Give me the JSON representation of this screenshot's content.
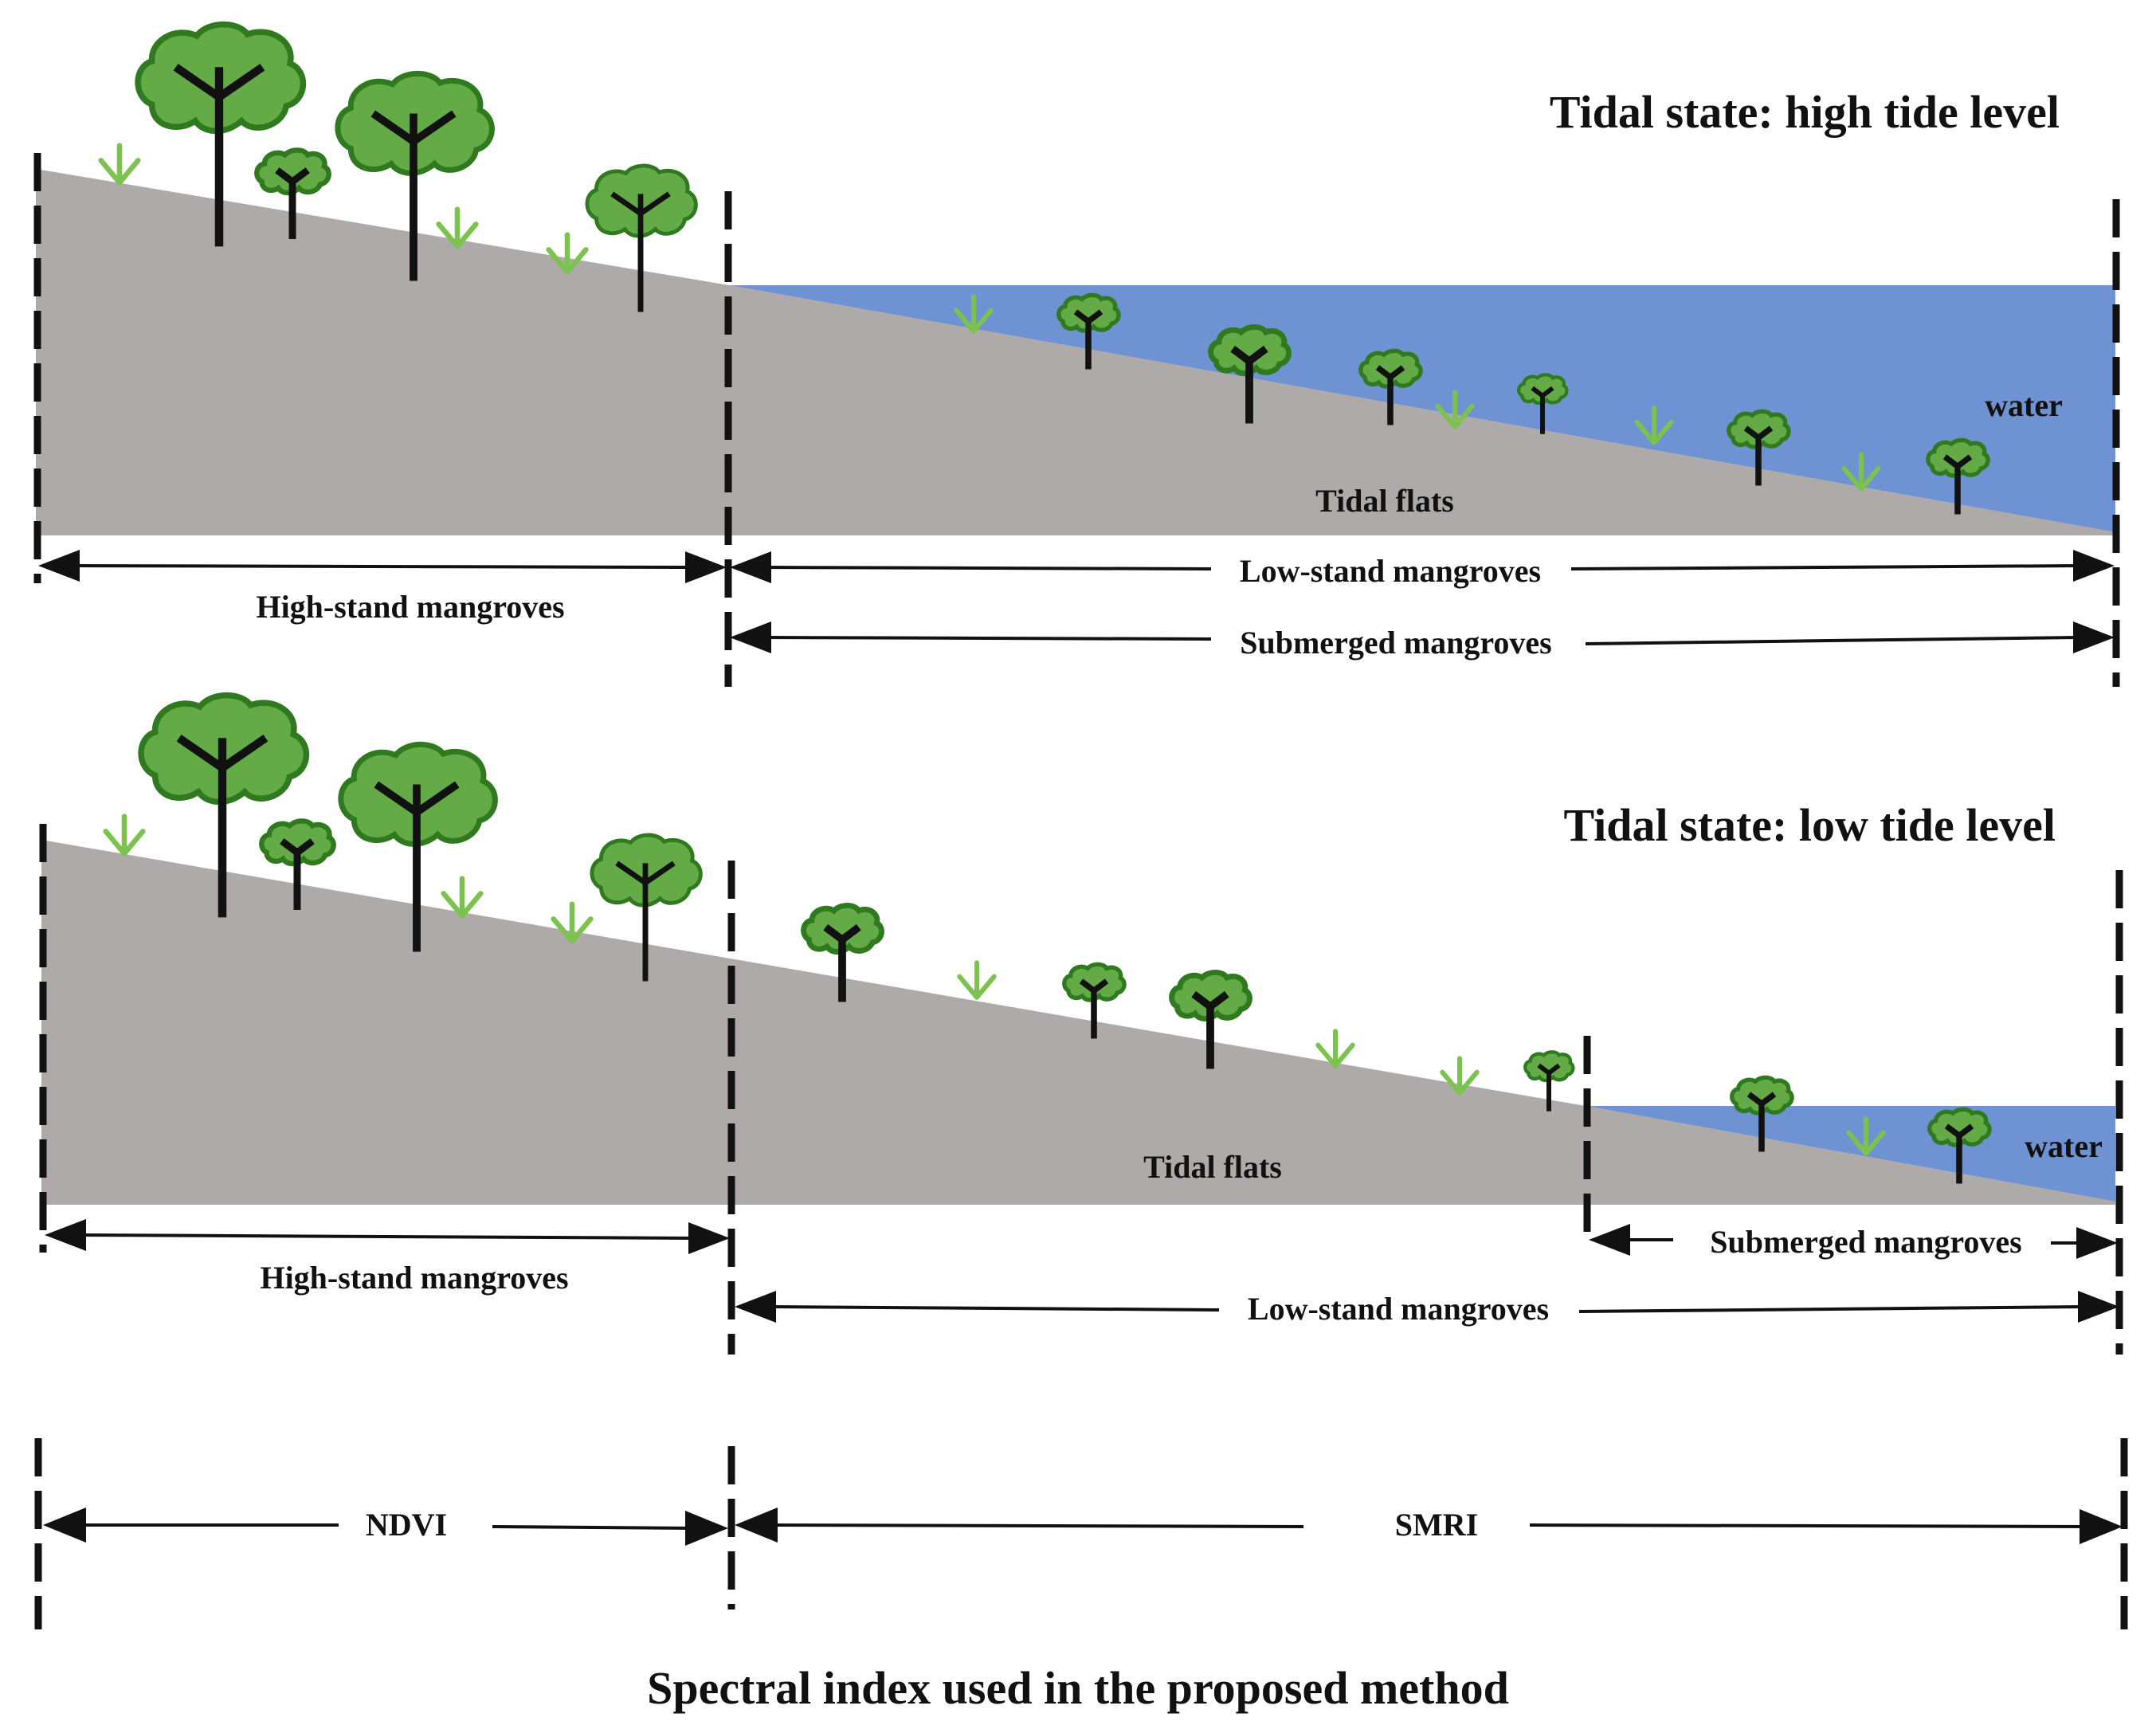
{
  "colors": {
    "ground": "#aeaaaa",
    "water": "#6f93d2",
    "tree_crown": "#64ab47",
    "tree_outline": "#2f7a1f",
    "grass": "#7cc24f",
    "ink": "#111111"
  },
  "panel_high": {
    "title": "Tidal state: high tide level",
    "water_label": "water",
    "flats_label": "Tidal flats",
    "zone_high_stand": "High-stand mangroves",
    "zone_low_stand": "Low-stand mangroves",
    "zone_submerged": "Submerged mangroves"
  },
  "panel_low": {
    "title": "Tidal state: low tide level",
    "water_label": "water",
    "flats_label": "Tidal flats",
    "zone_high_stand": "High-stand mangroves",
    "zone_low_stand": "Low-stand mangroves",
    "zone_submerged": "Submerged mangroves"
  },
  "index_panel": {
    "left_index": "NDVI",
    "right_index": "SMRI",
    "caption": "Spectral index used in the proposed method"
  }
}
